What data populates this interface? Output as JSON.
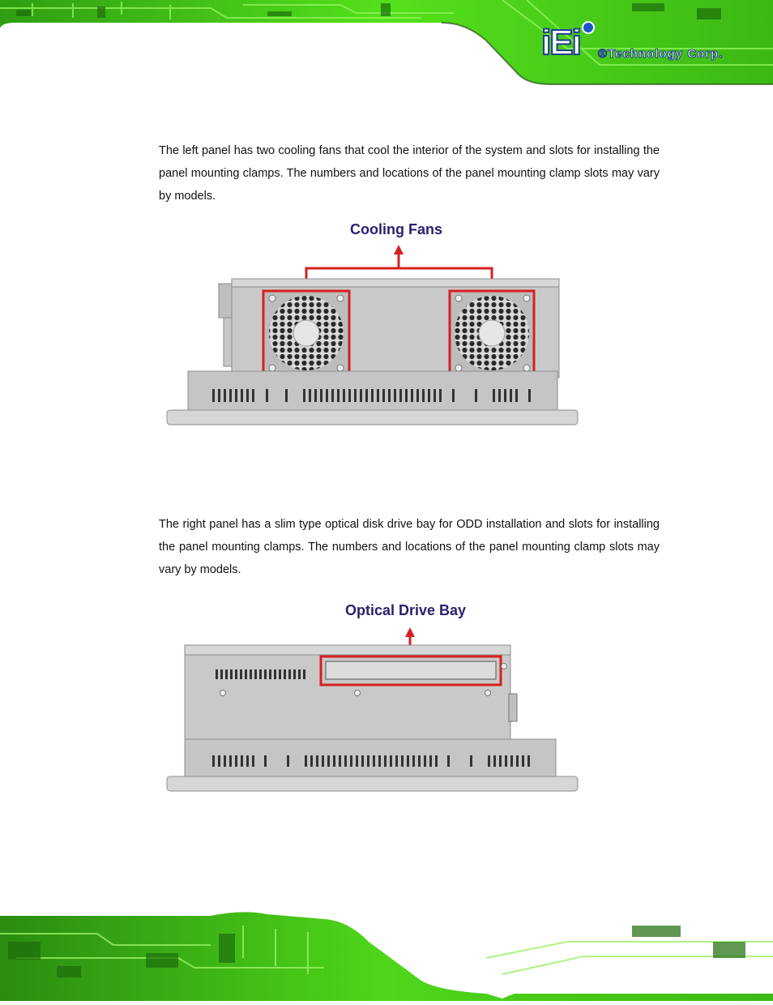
{
  "header": {
    "logo": {
      "mark": "iEi",
      "text": "®Technology Corp."
    }
  },
  "content": {
    "left_panel_paragraph": "The left panel has two cooling fans that cool the interior of the system and slots for installing the panel mounting clamps. The numbers and locations of the panel mounting clamp slots may vary by models.",
    "figure1_label": "Cooling Fans",
    "right_panel_paragraph": "The right panel has a slim type optical disk drive bay for ODD installation and slots for installing the panel mounting clamps. The numbers and locations of the panel mounting clamp slots may vary by models.",
    "figure2_label": "Optical Drive Bay"
  },
  "colors": {
    "pcb_green": "#4fd61a",
    "pcb_dark": "#1f7d0e",
    "callout_red": "#d62020",
    "label_navy": "#2b2070",
    "logo_blue": "#1f3f8f"
  }
}
